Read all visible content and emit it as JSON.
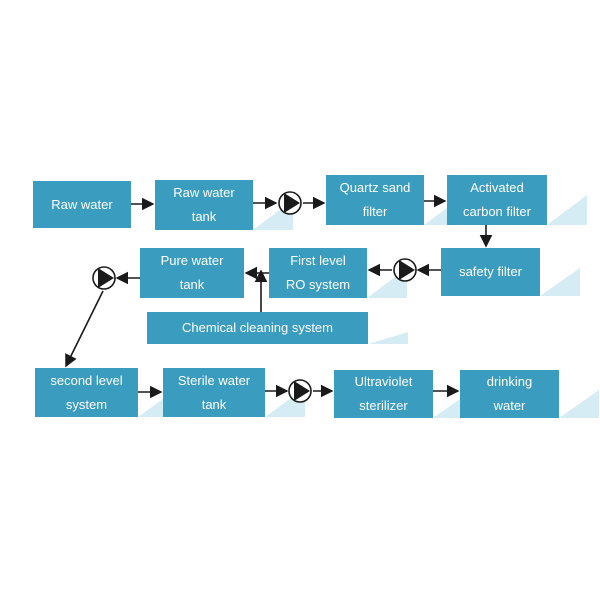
{
  "diagram": {
    "colors": {
      "box": "#3a9cbf",
      "shadow": "#d6ecf4",
      "arrow": "#1a1a1a",
      "pump_fill": "#1a1a1a"
    },
    "nodes": {
      "raw_water": [
        "Raw water"
      ],
      "raw_water_tank": [
        "Raw water",
        "tank"
      ],
      "quartz_sand_filter": [
        "Quartz sand",
        "filter"
      ],
      "activated_carbon_filter": [
        "Activated",
        "carbon filter"
      ],
      "safety_filter": [
        "safety filter"
      ],
      "first_level_ro": [
        "First level",
        "RO system"
      ],
      "pure_water_tank": [
        "Pure water",
        "tank"
      ],
      "chemical_cleaning": [
        "Chemical cleaning system"
      ],
      "second_level_system": [
        "second level",
        "system"
      ],
      "sterile_water_tank": [
        "Sterile water",
        "tank"
      ],
      "ultraviolet_sterilizer": [
        "Ultraviolet",
        "sterilizer"
      ],
      "drinking_water": [
        "drinking",
        "water"
      ]
    },
    "pumps": [
      "pump-icon",
      "pump-icon",
      "pump-icon",
      "pump-icon"
    ]
  }
}
